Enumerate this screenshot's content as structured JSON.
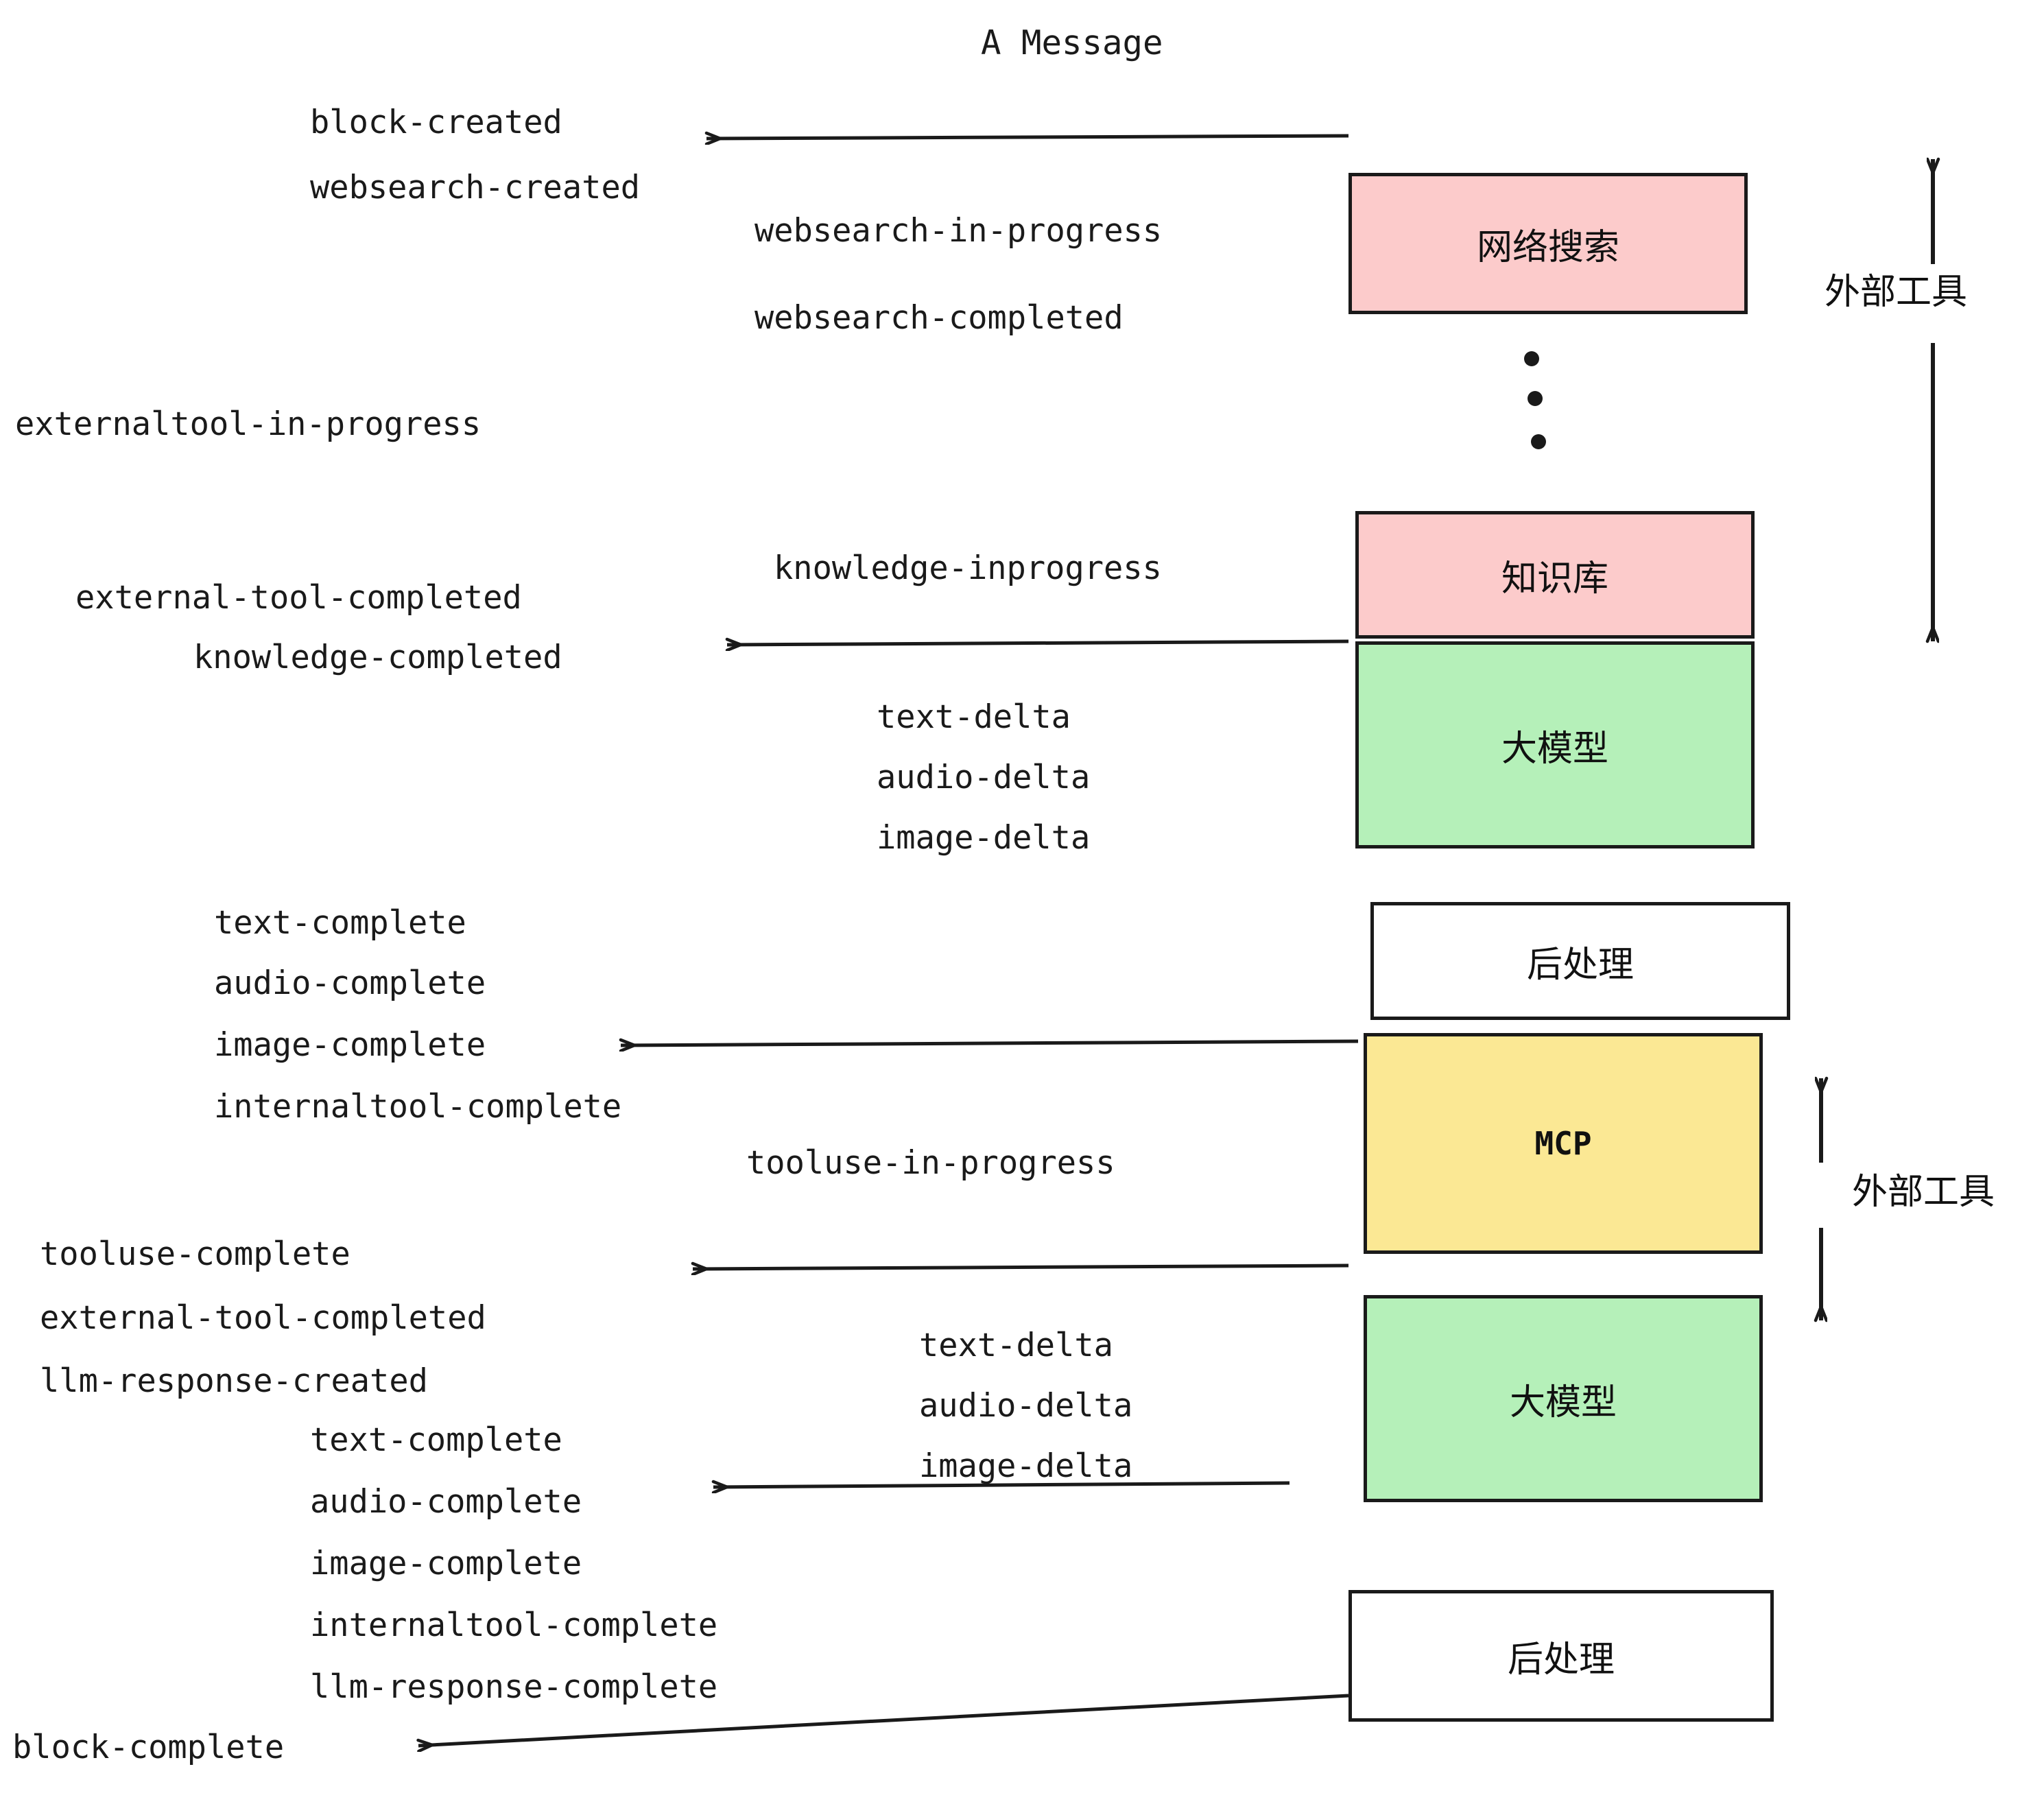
{
  "title": "A Message",
  "colors": {
    "pink": "#FCCBCB",
    "green": "#B5F0B9",
    "yellow": "#FBE894",
    "white": "#FFFFFF",
    "stroke": "#1a1a1a"
  },
  "nodes": [
    {
      "id": "websearch",
      "label": "网络搜索",
      "fill": "#FCCBCB"
    },
    {
      "id": "knowledge",
      "label": "知识库",
      "fill": "#FCCBCB"
    },
    {
      "id": "llm-1",
      "label": "大模型",
      "fill": "#B5F0B9"
    },
    {
      "id": "postprocess-1",
      "label": "后处理",
      "fill": "#FFFFFF"
    },
    {
      "id": "mcp",
      "label": "MCP",
      "fill": "#FBE894"
    },
    {
      "id": "llm-2",
      "label": "大模型",
      "fill": "#B5F0B9"
    },
    {
      "id": "postprocess-2",
      "label": "后处理",
      "fill": "#FFFFFF"
    }
  ],
  "side_labels": [
    {
      "id": "external-tool-top",
      "text": "外部工具"
    },
    {
      "id": "external-tool-bottom",
      "text": "外部工具"
    }
  ],
  "events": [
    {
      "id": "block-created",
      "text": "block-created"
    },
    {
      "id": "websearch-created",
      "text": "websearch-created"
    },
    {
      "id": "websearch-in-progress",
      "text": "websearch-in-progress"
    },
    {
      "id": "websearch-completed",
      "text": "websearch-completed"
    },
    {
      "id": "externaltool-in-progress",
      "text": "externaltool-in-progress"
    },
    {
      "id": "knowledge-inprogress",
      "text": "knowledge-inprogress"
    },
    {
      "id": "external-tool-completed-1",
      "text": "external-tool-completed"
    },
    {
      "id": "knowledge-completed",
      "text": "knowledge-completed"
    },
    {
      "id": "text-delta-1",
      "text": "text-delta"
    },
    {
      "id": "audio-delta-1",
      "text": "audio-delta"
    },
    {
      "id": "image-delta-1",
      "text": "image-delta"
    },
    {
      "id": "text-complete-1",
      "text": "text-complete"
    },
    {
      "id": "audio-complete-1",
      "text": "audio-complete"
    },
    {
      "id": "image-complete-1",
      "text": "image-complete"
    },
    {
      "id": "internaltool-complete-1",
      "text": "internaltool-complete"
    },
    {
      "id": "tooluse-in-progress",
      "text": "tooluse-in-progress"
    },
    {
      "id": "tooluse-complete",
      "text": "tooluse-complete"
    },
    {
      "id": "external-tool-completed-2",
      "text": "external-tool-completed"
    },
    {
      "id": "llm-response-created",
      "text": "llm-response-created"
    },
    {
      "id": "text-delta-2",
      "text": "text-delta"
    },
    {
      "id": "audio-delta-2",
      "text": "audio-delta"
    },
    {
      "id": "image-delta-2",
      "text": "image-delta"
    },
    {
      "id": "text-complete-2",
      "text": "text-complete"
    },
    {
      "id": "audio-complete-2",
      "text": "audio-complete"
    },
    {
      "id": "image-complete-2",
      "text": "image-complete"
    },
    {
      "id": "internaltool-complete-2",
      "text": "internaltool-complete"
    },
    {
      "id": "llm-response-complete",
      "text": "llm-response-complete"
    },
    {
      "id": "block-complete",
      "text": "block-complete"
    }
  ]
}
